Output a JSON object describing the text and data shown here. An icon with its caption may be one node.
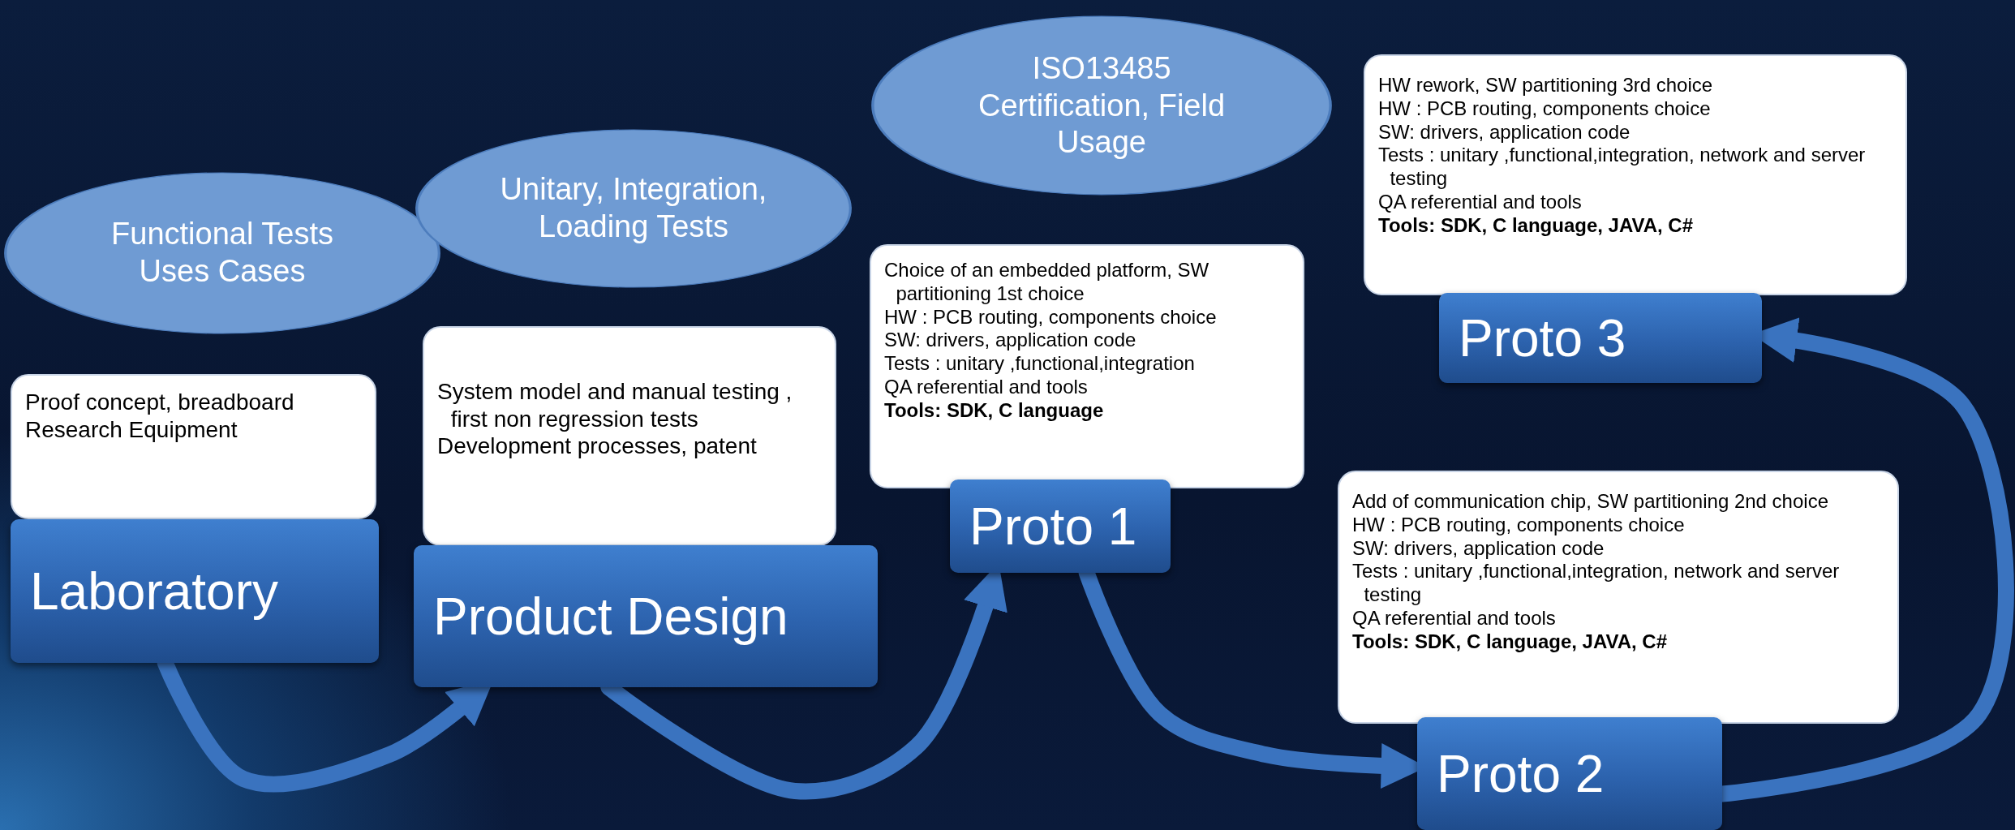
{
  "diagram": {
    "nodes": [
      {
        "text": [
          "Functional Tests Uses Cases"
        ]
      },
      {
        "text": [
          "Unitary, Integration, Loading Tests"
        ]
      },
      {
        "text": [
          "ISO13485 Certification, Field Usage"
        ]
      },
      {
        "text": [
          "Proof concept, breadboard",
          "Research Equipment"
        ]
      },
      {
        "text": [
          "Laboratory"
        ]
      },
      {
        "text": [
          "System model and manual testing , first non regression tests",
          "Development processes, patent"
        ]
      },
      {
        "text": [
          "Product Design"
        ]
      },
      {
        "text": [
          "Choice of an embedded platform, SW partitioning 1st choice",
          "HW : PCB routing, components choice",
          "SW: drivers, application code",
          "Tests : unitary ,functional,integration",
          "QA referential and tools",
          "Tools: SDK, C language"
        ]
      },
      {
        "text": [
          "Proto 1"
        ]
      },
      {
        "text": [
          "Add of communication chip, SW partitioning 2nd choice",
          "HW : PCB routing, components choice",
          "SW: drivers, application code",
          "Tests : unitary ,functional,integration, network and server testing",
          "QA referential and tools",
          "Tools: SDK, C language, JAVA, C#"
        ]
      },
      {
        "text": [
          "Proto 2"
        ]
      },
      {
        "text": [
          "HW rework, SW partitioning 3rd choice",
          "HW : PCB routing, components choice",
          "SW: drivers, application code",
          "Tests : unitary ,functional,integration, network and server testing",
          "QA referential and tools",
          "Tools: SDK, C language, JAVA, C#"
        ]
      },
      {
        "text": [
          "Proto 3"
        ]
      }
    ],
    "edges": [
      {
        "from": 4,
        "to": 6,
        "arrow": "to"
      },
      {
        "from": 6,
        "to": 8,
        "arrow": "to"
      },
      {
        "from": 8,
        "to": 10,
        "arrow": "to"
      },
      {
        "from": 10,
        "to": 12,
        "arrow": "to"
      }
    ]
  }
}
